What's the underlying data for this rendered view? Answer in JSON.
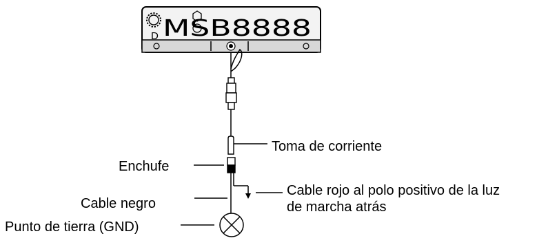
{
  "plate": {
    "text": "MSB8888",
    "badge_letter": "D"
  },
  "labels": {
    "toma": "Toma de corriente",
    "enchufe": "Enchufe",
    "cable_negro": "Cable negro",
    "cable_rojo_line1": "Cable rojo al polo positivo de la luz",
    "cable_rojo_line2": "de marcha atrás",
    "punto_tierra": "Punto de tierra (GND)"
  },
  "icons": [
    "gear-icon",
    "hexagon-icon",
    "camera-lens-icon",
    "ground-lamp-icon"
  ],
  "colors": {
    "line": "#000000",
    "plate_fill": "#f3f3f3",
    "plate_base": "#d8d8d8"
  }
}
